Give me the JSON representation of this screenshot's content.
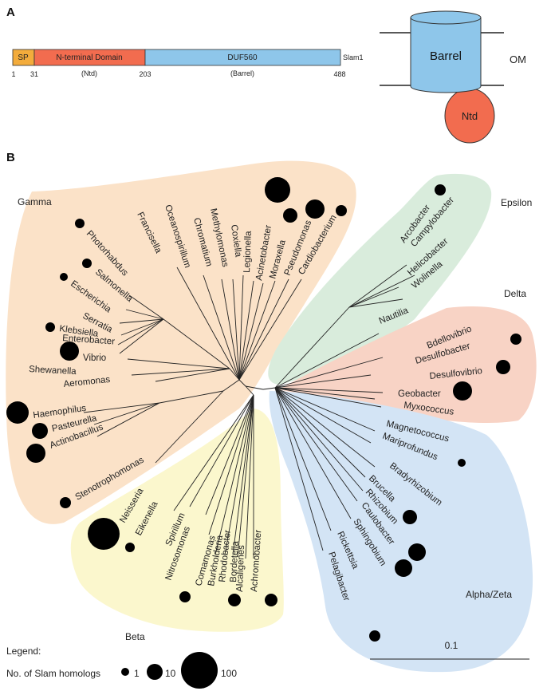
{
  "panel_a": {
    "letter": "A",
    "protein_name": "Slam1",
    "domains": [
      {
        "label": "SP",
        "sublabel": "",
        "color": "#f3ac3c"
      },
      {
        "label": "N-terminal Domain",
        "sublabel": "(Ntd)",
        "color": "#f26c4f"
      },
      {
        "label": "DUF560",
        "sublabel": "(Barrel)",
        "color": "#8ec6ea"
      }
    ],
    "positions": [
      "1",
      "31",
      "203",
      "488"
    ],
    "barrel_label": "Barrel",
    "ntd_label": "Ntd",
    "membrane_label": "OM"
  },
  "panel_b": {
    "letter": "B",
    "clades": [
      {
        "name": "Gamma",
        "color": "#fbe2c8"
      },
      {
        "name": "Epsilon",
        "color": "#d9ecdc"
      },
      {
        "name": "Delta",
        "color": "#f8d3c5"
      },
      {
        "name": "Alpha/Zeta",
        "color": "#d3e4f5"
      },
      {
        "name": "Beta",
        "color": "#fbf7cd"
      }
    ],
    "taxa": [
      "Francisella",
      "Oceanospirillum",
      "Chromatium",
      "Methylomonas",
      "Coxiella",
      "Legionella",
      "Acinetobacter",
      "Moraxella",
      "Pseudomonas",
      "Cardiobacterium",
      "Photorhabdus",
      "Salmonella",
      "Escherichia",
      "Serratia",
      "Klebsiella",
      "Enterobacter",
      "Vibrio",
      "Shewanella",
      "Aeromonas",
      "Haemophilus",
      "Pasteurella",
      "Actinobacillus",
      "Stenotrophomonas",
      "Arcobacter",
      "Campylobacter",
      "Helicobacter",
      "Wolinella",
      "Nautilia",
      "Bdellovibrio",
      "Desulfobacter",
      "Desulfovibrio",
      "Geobacter",
      "Myxococcus",
      "Magnetococcus",
      "Mariprofundus",
      "Bradyrhizobium",
      "Brucella",
      "Rhizobium",
      "Caulobacter",
      "Sphingobium",
      "Rickettsia",
      "Pelagibacter",
      "Neisseria",
      "Eikenella",
      "Spirillum",
      "Nitrosomonas",
      "Comamonas",
      "Burkholderia",
      "Rhodobacter",
      "Bordetella",
      "Alcaligenes",
      "Achromobacter"
    ],
    "scale_bar": "0.1",
    "legend_title": "Legend:",
    "legend_label": "No. of Slam homologs",
    "legend_values": [
      "1",
      "10",
      "100"
    ]
  }
}
